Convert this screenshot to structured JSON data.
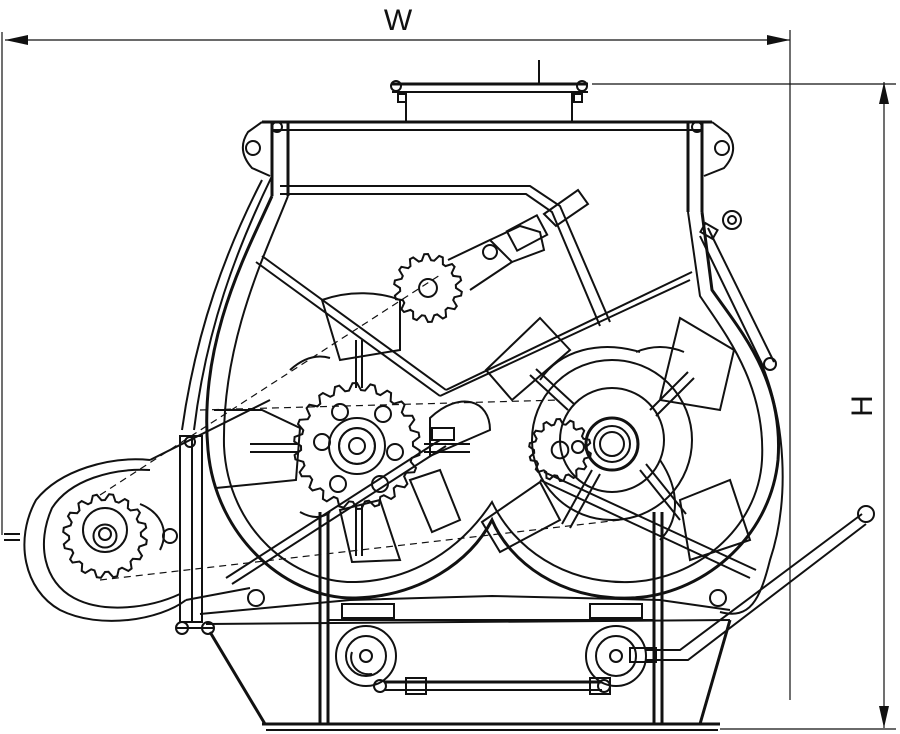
{
  "labels": {
    "width": "W",
    "height": "H"
  },
  "colors": {
    "line": "#111111",
    "background": "#ffffff"
  },
  "sprocket_teeth": {
    "upper_drive": 14,
    "left_shaft": 22,
    "motor": 16,
    "right_shaft": 14
  }
}
